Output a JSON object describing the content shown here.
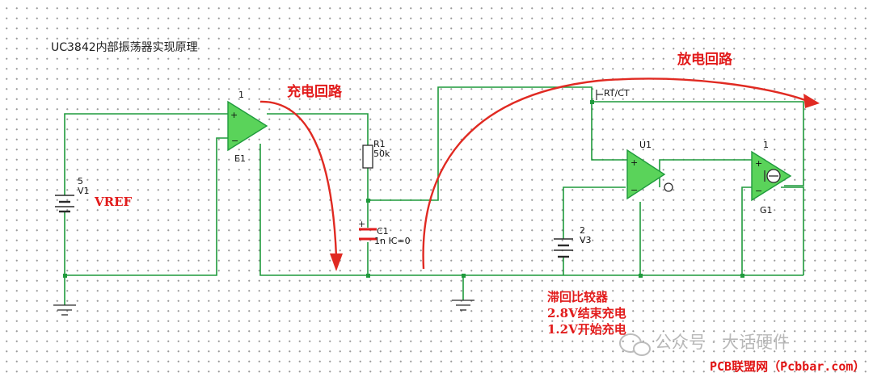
{
  "title": "UC3842内部振荡器实现原理",
  "annotations": {
    "charge_path": "充电回路",
    "discharge_path": "放电回路",
    "vref": "VREF",
    "hysteresis": [
      "滞回比较器",
      "2.8V结束充电",
      "1.2V开始充电"
    ]
  },
  "components": {
    "e1": {
      "pin": "1",
      "name": "E1"
    },
    "v1": {
      "value": "5",
      "name": "V1"
    },
    "r1": {
      "name": "R1",
      "value": "50k"
    },
    "c1": {
      "name": "C1",
      "value": "1n IC=0"
    },
    "u1": {
      "name": "U1"
    },
    "g1": {
      "pin": "1",
      "name": "G1"
    },
    "v3": {
      "value": "2",
      "name": "V3"
    },
    "rtct": "RT/CT"
  },
  "watermark": {
    "wechat": "公众号 · 大话硬件",
    "site": "PCB联盟网（Pcbbar.com）"
  },
  "colors": {
    "wire": "#1f9a3c",
    "amplifier_fill": "#5ad35a",
    "capacitor": "#e01e1e",
    "annotation": "#e21b1b"
  }
}
